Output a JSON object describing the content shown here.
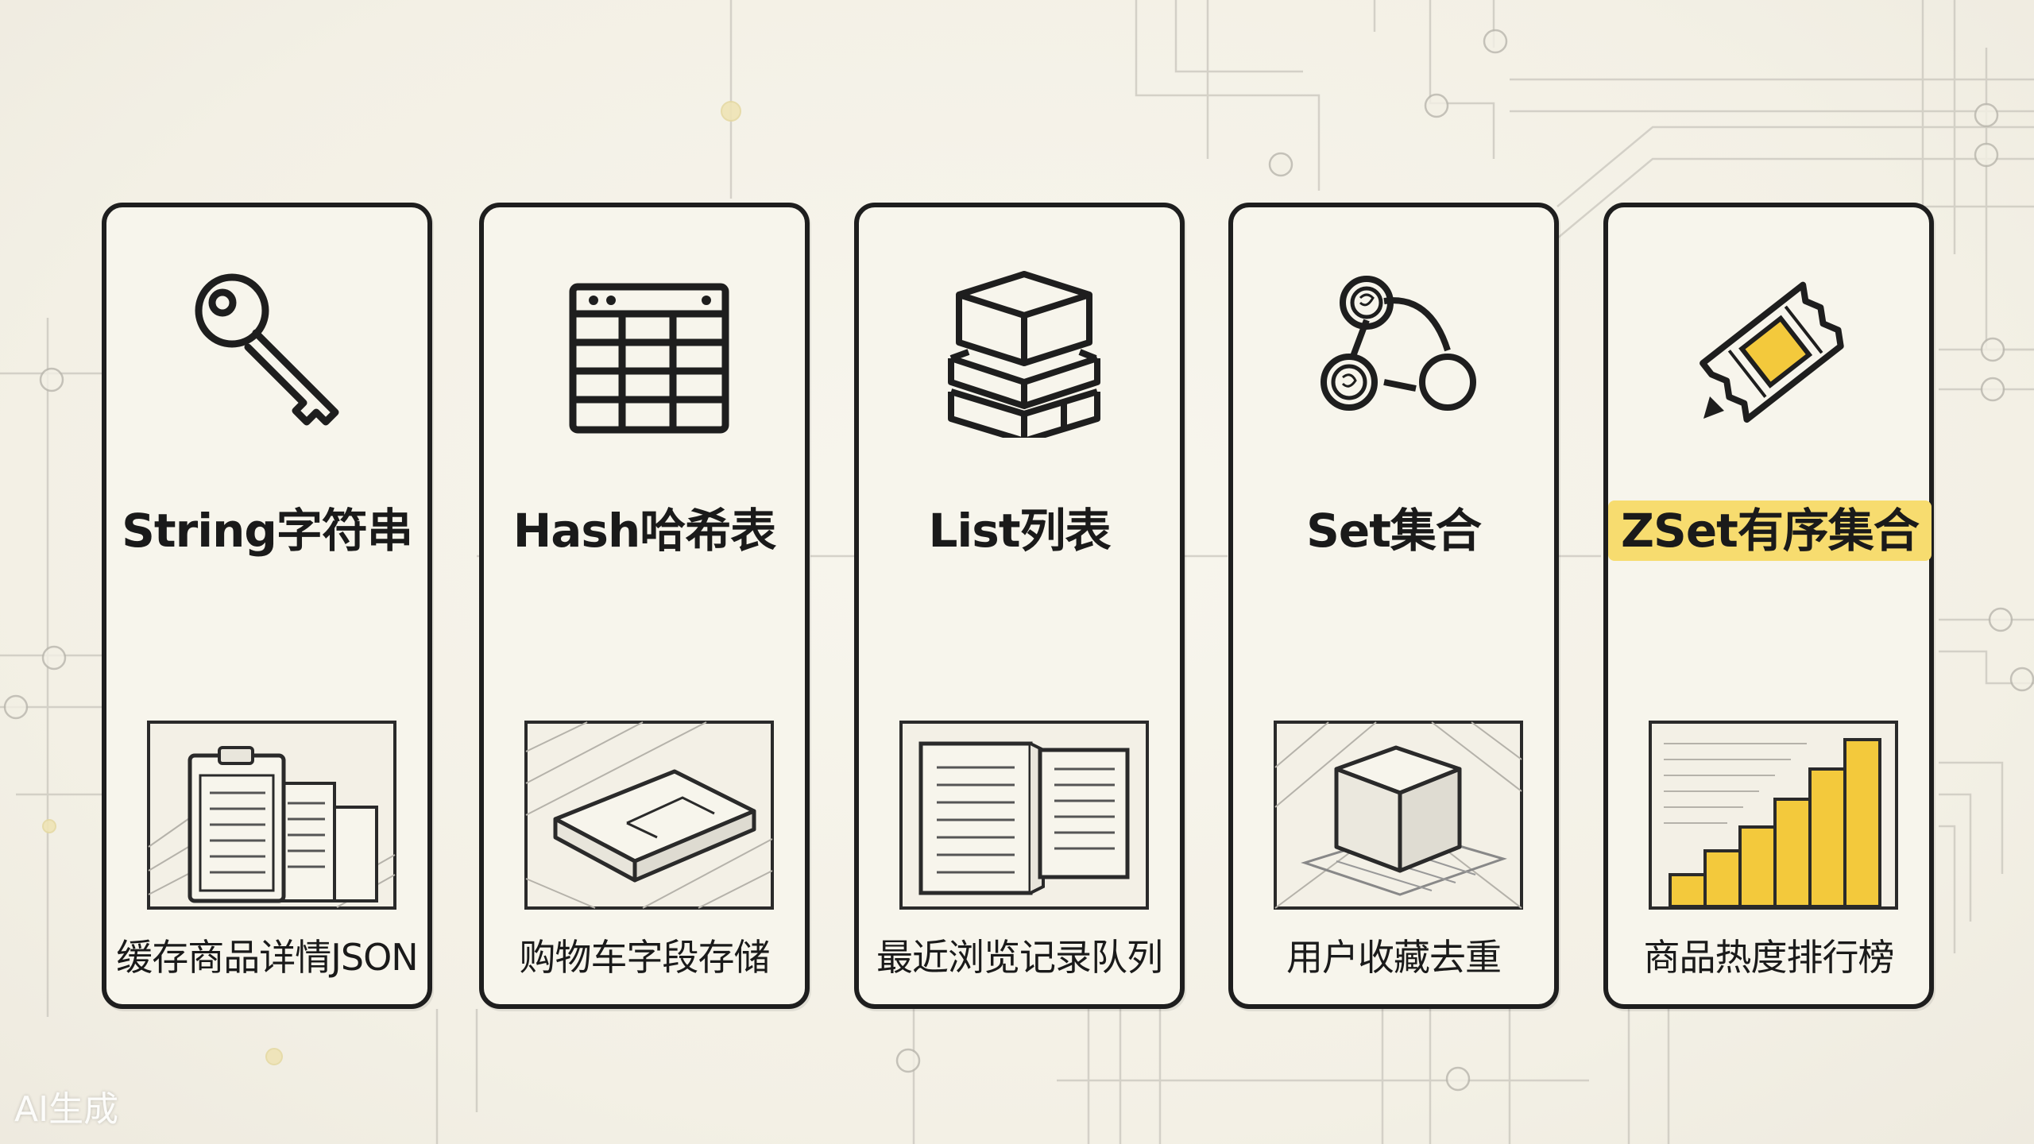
{
  "cards": [
    {
      "title": "String字符串",
      "caption": "缓存商品详情JSON",
      "icon": "key-icon",
      "highlight": false
    },
    {
      "title": "Hash哈希表",
      "caption": "购物车字段存储",
      "icon": "table-grid-icon",
      "highlight": false
    },
    {
      "title": "List列表",
      "caption": "最近浏览记录队列",
      "icon": "stacked-boxes-icon",
      "highlight": false
    },
    {
      "title": "Set集合",
      "caption": "用户收藏去重",
      "icon": "connected-nodes-icon",
      "highlight": false
    },
    {
      "title": "ZSet有序集合",
      "caption": "商品热度排行榜",
      "icon": "ticket-icon",
      "highlight": true
    }
  ],
  "watermark": "AI生成",
  "colors": {
    "background": "#f5f2e8",
    "ink": "#1e1e1e",
    "accent": "#f7dc6f",
    "bar": "#f3c93c"
  }
}
